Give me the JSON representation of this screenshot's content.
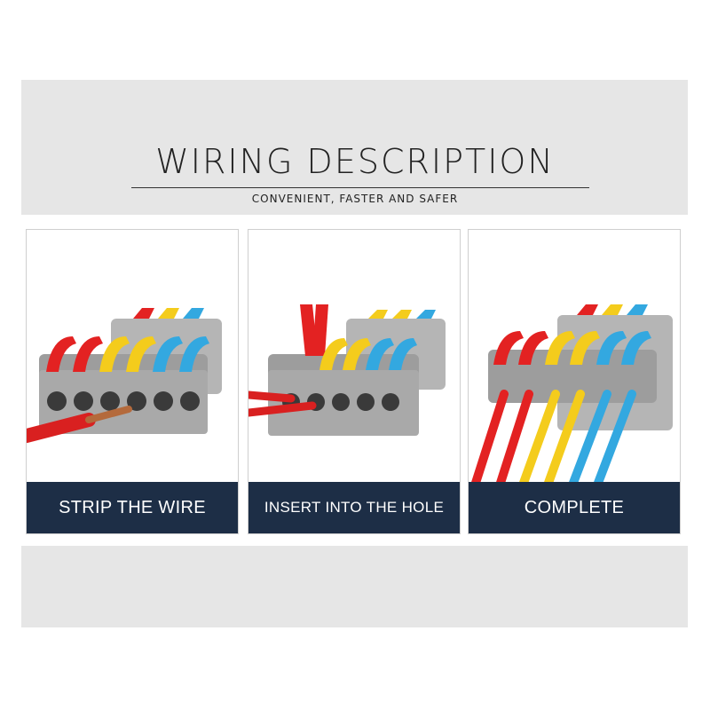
{
  "header": {
    "title": "WIRING DESCRIPTION",
    "subtitle": "CONVENIENT, FASTER AND SAFER"
  },
  "steps": [
    {
      "label": "STRIP THE WIRE",
      "image": "connector-stripped-wire"
    },
    {
      "label": "INSERT INTO THE HOLE",
      "image": "connector-insert-wire"
    },
    {
      "label": "COMPLETE",
      "image": "connector-complete"
    }
  ],
  "colors": {
    "banner": "#1d2e46",
    "band": "#e6e6e6",
    "connector_body": "#9d9d9d",
    "lever_red": "#e32222",
    "lever_yellow": "#f4cc1c",
    "lever_blue": "#33a8e0"
  }
}
